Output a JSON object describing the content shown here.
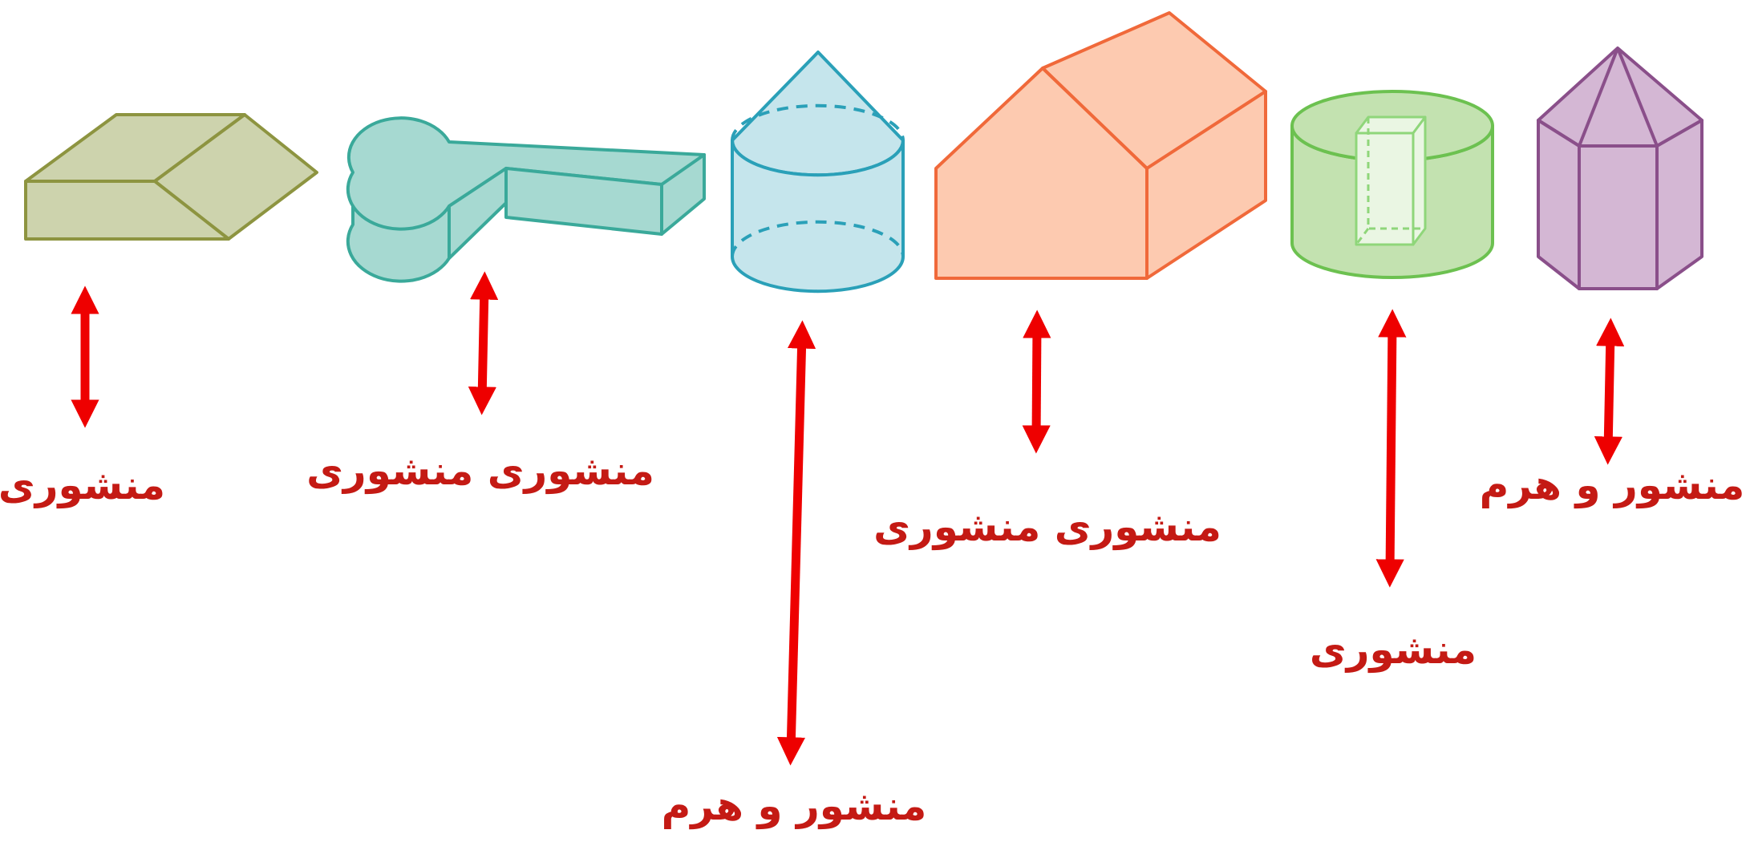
{
  "colors": {
    "arrow": "#ee0000",
    "label": "#c41a14",
    "shape1_fill": "#cdd3ad",
    "shape1_stroke": "#8d9440",
    "shape2_fill": "#a6d9d1",
    "shape2_stroke": "#3aa99a",
    "shape3_fill": "#c5e5ec",
    "shape3_stroke": "#2aa0b8",
    "shape4_fill": "#fdcab0",
    "shape4_stroke": "#f0693a",
    "shape5_fill": "#c3e2b0",
    "shape5_stroke": "#6cc150",
    "shape5_inner": "#eaf6e3",
    "shape6_fill": "#d4b7d4",
    "shape6_stroke": "#8a4f8a"
  },
  "shapes": [
    {
      "name": "pentagonal-prism-solid",
      "label": "منشوری"
    },
    {
      "name": "keyhole-prism-solid",
      "label": "منشوری منشوری"
    },
    {
      "name": "cylinder-cone-solid",
      "label": "منشور و هرم"
    },
    {
      "name": "house-prism-solid",
      "label": "منشوری منشوری"
    },
    {
      "name": "cylinder-with-hole-solid",
      "label": "منشوری"
    },
    {
      "name": "hexagonal-prism-pyramid-solid",
      "label": "منشور و هرم"
    }
  ]
}
